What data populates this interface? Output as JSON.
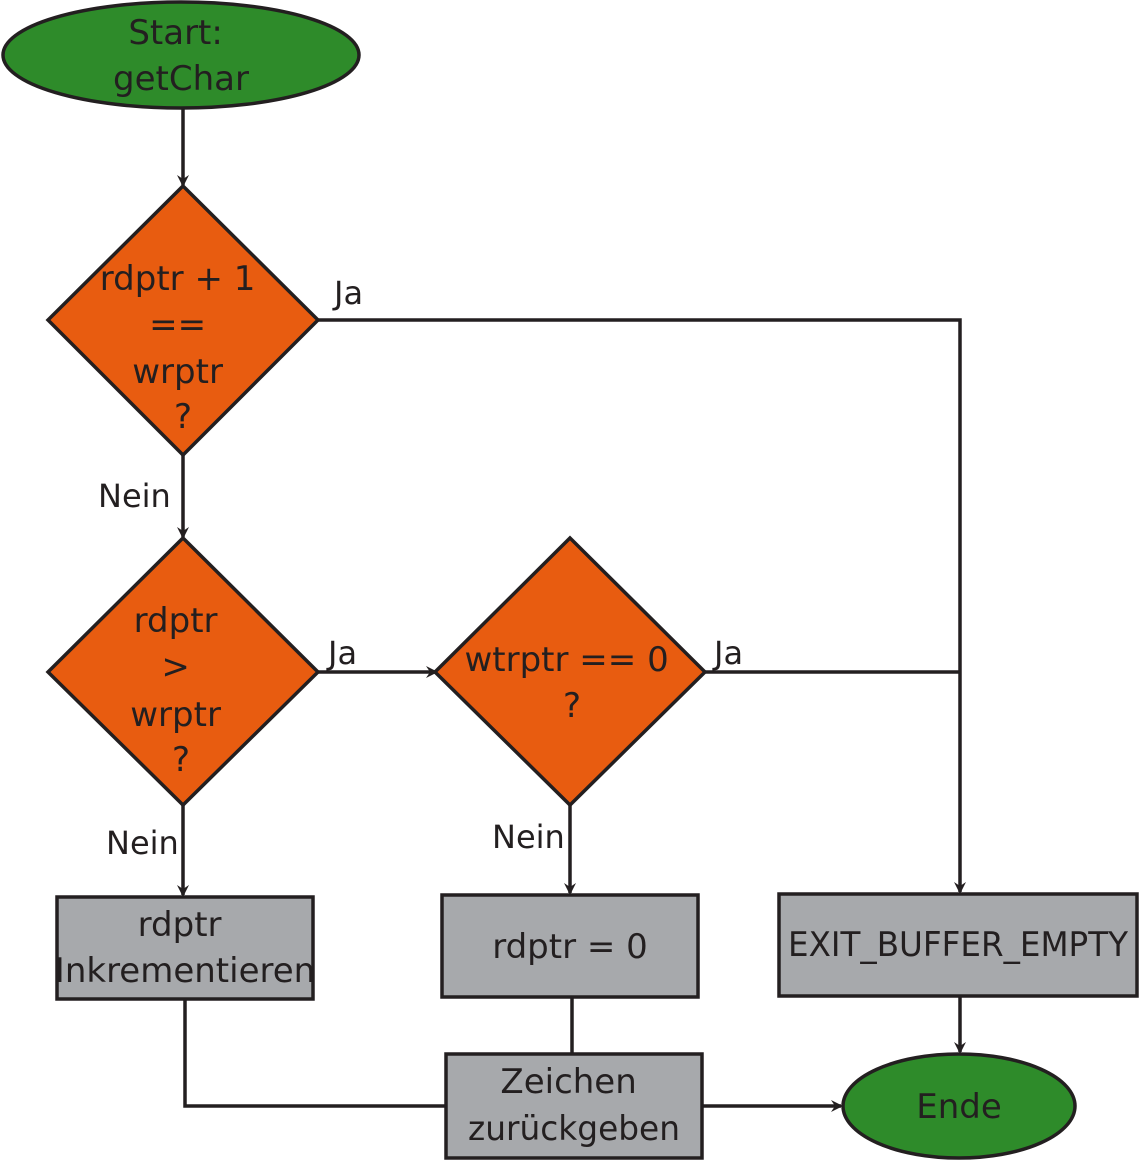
{
  "colors": {
    "terminal_fill": "#2e8b2a",
    "decision_fill": "#e85c10",
    "process_fill": "#a7a9ac",
    "stroke": "#231f20"
  },
  "nodes": {
    "start": {
      "lines": [
        "Start:",
        "getChar"
      ]
    },
    "decision_1": {
      "lines": [
        "rdptr + 1",
        "==",
        "wrptr",
        "?"
      ]
    },
    "decision_2": {
      "lines": [
        "rdptr",
        ">",
        "wrptr",
        "?"
      ]
    },
    "decision_3": {
      "lines": [
        "wtrptr == 0",
        "?"
      ]
    },
    "process_increment": {
      "lines": [
        "rdptr",
        "Inkrementieren"
      ]
    },
    "process_reset": {
      "lines": [
        "rdptr = 0"
      ]
    },
    "process_exit": {
      "lines": [
        "EXIT_BUFFER_EMPTY"
      ]
    },
    "process_return": {
      "lines": [
        "Zeichen",
        "zurückgeben"
      ]
    },
    "end": {
      "lines": [
        "Ende"
      ]
    }
  },
  "edge_labels": {
    "d1_yes": "Ja",
    "d1_no": "Nein",
    "d2_yes": "Ja",
    "d2_no": "Nein",
    "d3_yes": "Ja",
    "d3_no": "Nein"
  }
}
